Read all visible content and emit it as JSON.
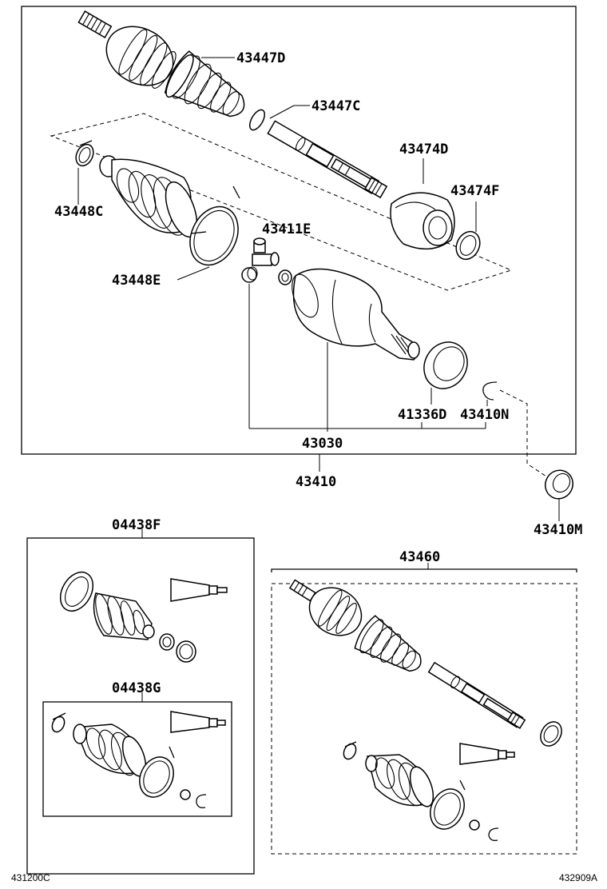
{
  "labels": {
    "p43447D": "43447D",
    "p43447C": "43447C",
    "p43474D": "43474D",
    "p43474F": "43474F",
    "p43448C": "43448C",
    "p43411E": "43411E",
    "p43448E": "43448E",
    "p41336D": "41336D",
    "p43410N": "43410N",
    "p43030": "43030",
    "p43410": "43410",
    "p43410M": "43410M",
    "p04438F": "04438F",
    "p04438G": "04438G",
    "p43460": "43460"
  },
  "footer": {
    "left_code": "431200C",
    "right_code": "432909A"
  }
}
